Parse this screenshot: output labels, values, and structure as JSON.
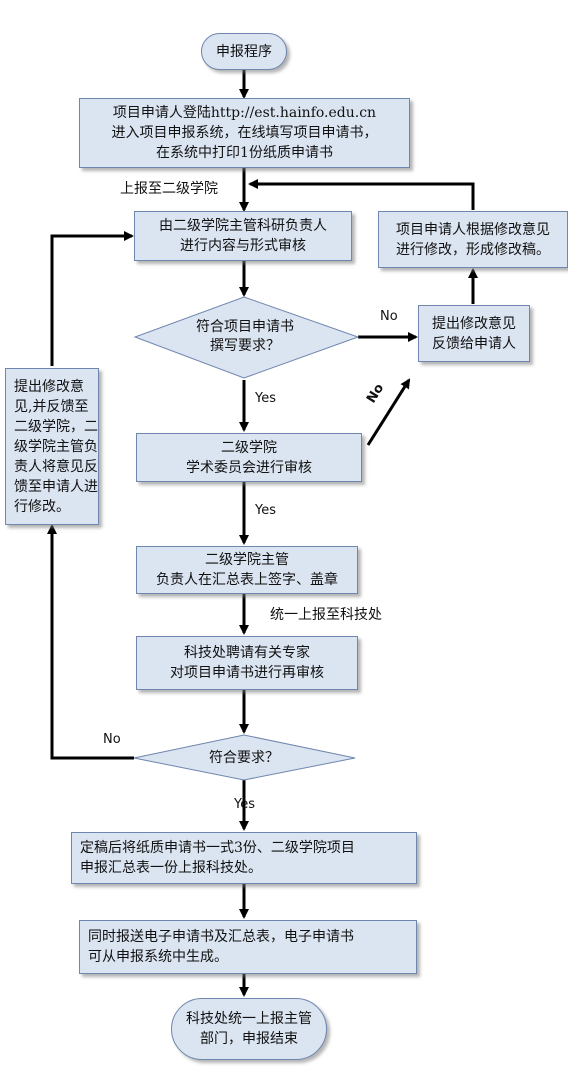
{
  "nodes": {
    "start": "申报程序",
    "login": "项目申请人登陆http://est.hainfo.edu.cn\n进入项目申报系统，在线填写项目申请书，\n在系统中打印1份纸质申请书",
    "college_review": "由二级学院主管科研负责人\n进行内容与形式审核",
    "check_format": "符合项目申请书\n撰写要求？",
    "feedback": "提出修改意见\n反馈给申请人",
    "revise": "项目申请人根据修改意见\n进行修改，形成修改稿。",
    "academic_committee": "二级学院\n学术委员会进行审核",
    "sign_seal": "二级学院主管\n负责人在汇总表上签字、盖章",
    "expert_review": "科技处聘请有关专家\n对项目申请书进行再审核",
    "check_final": "符合要求？",
    "left_feedback": "提出修改意\n见,并反馈至\n二级学院，二\n级学院主管负\n责人将意见反\n馈至申请人进\n行修改。",
    "finalize": "定稿后将纸质申请书一式3份、二级学院项目\n申报汇总表一份上报科技处。",
    "electronic": "同时报送电子申请书及汇总表，电子申请书\n可从申报系统中生成。",
    "end": "科技处统一上报主管\n部门，申报结束"
  },
  "edge_labels": {
    "submit_college": "上报至二级学院",
    "yes_1": "Yes",
    "yes_2": "Yes",
    "yes_3": "Yes",
    "no_1": "No",
    "no_2": "No",
    "no_3": "No",
    "submit_tech": "统一上报至科技处"
  }
}
